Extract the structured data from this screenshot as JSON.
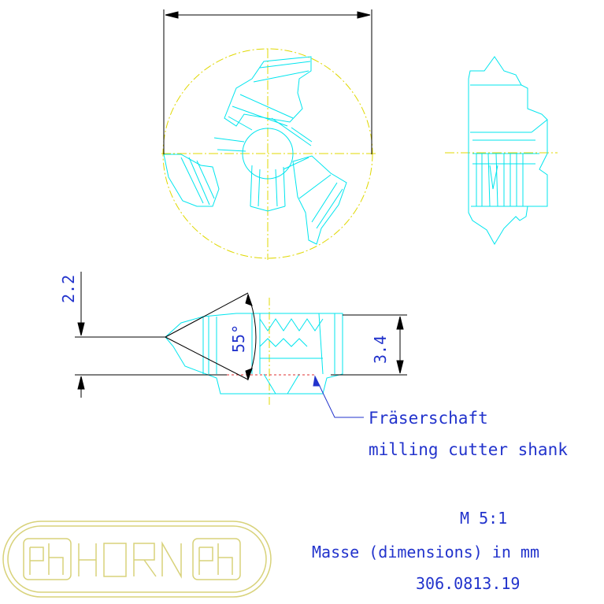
{
  "dimensions": {
    "vertical_offset": "2.2",
    "height": "3.4",
    "angle": "55°"
  },
  "callout": {
    "label_de": "Fräserschaft",
    "label_en": "milling cutter shank"
  },
  "title_block": {
    "scale": "M 5:1",
    "units_note": "Masse (dimensions) in mm",
    "part_number": "306.0813.19"
  },
  "logo": {
    "text": "ph HORN ph"
  },
  "colors": {
    "outline": "#00e5ee",
    "centerline": "#e0d800",
    "dimension": "#000000",
    "text": "#2233cc",
    "logo": "#d8d27a"
  }
}
